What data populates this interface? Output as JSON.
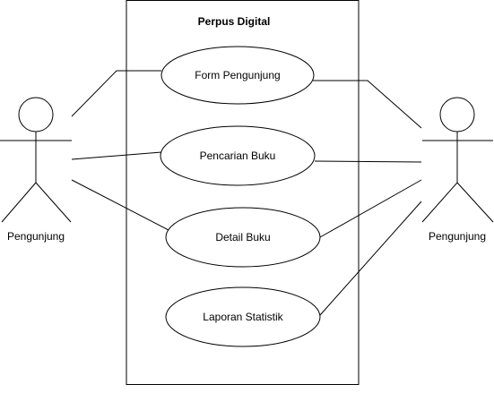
{
  "system": {
    "title": "Perpus Digital"
  },
  "actors": {
    "left": {
      "label": "Pengunjung"
    },
    "right": {
      "label": "Pengunjung"
    }
  },
  "use_cases": [
    {
      "label": "Form Pengunjung"
    },
    {
      "label": "Pencarian Buku"
    },
    {
      "label": "Detail Buku"
    },
    {
      "label": "Laporan Statistik"
    }
  ],
  "colors": {
    "stroke": "#000000",
    "background": "#ffffff"
  }
}
